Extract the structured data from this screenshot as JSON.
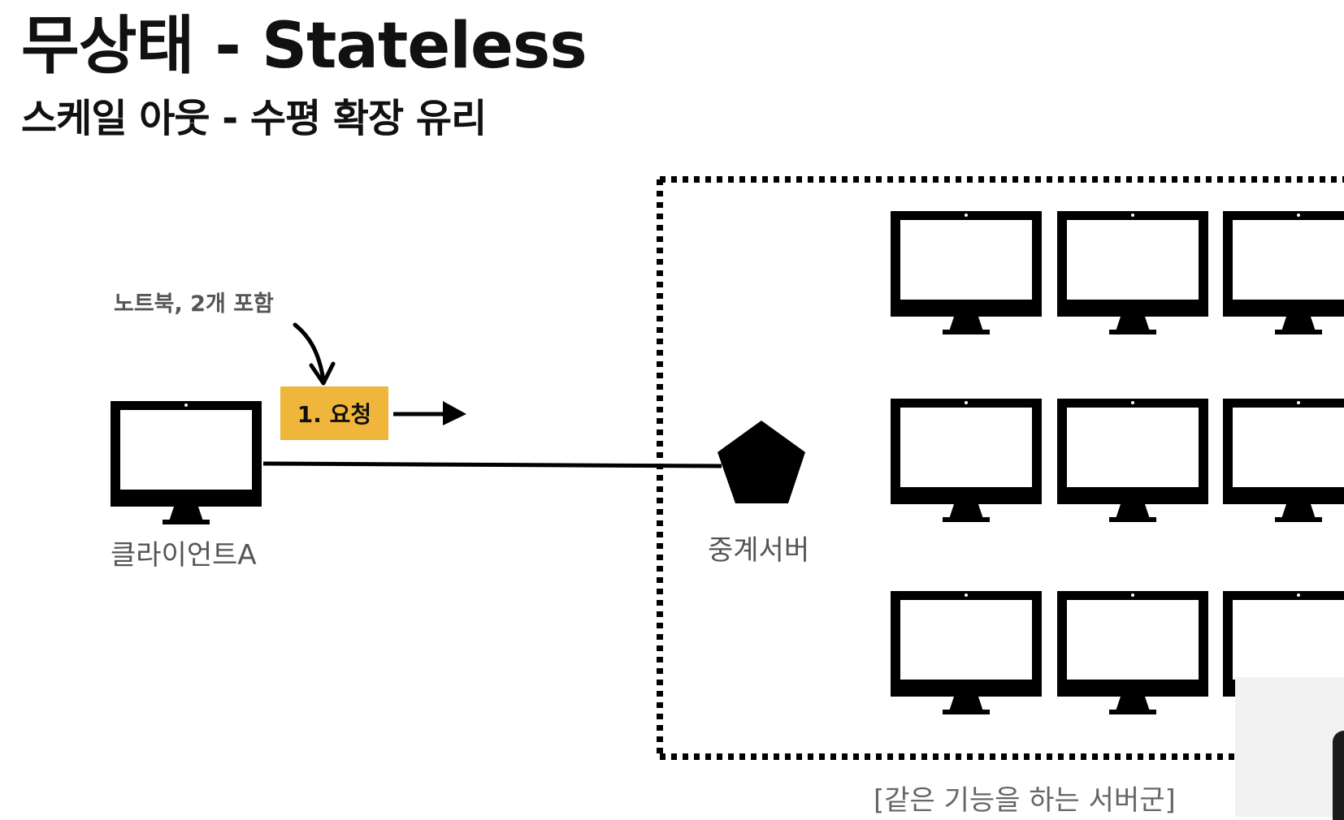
{
  "slide": {
    "title": "무상태 - Stateless",
    "subtitle": "스케일 아웃 - 수평 확장 유리"
  },
  "diagram": {
    "annotation": "노트북, 2개 포함",
    "request_label": "1. 요청",
    "client_label": "클라이언트A",
    "relay_label": "중계서버",
    "server_group_label": "[같은 기능을 하는 서버군]",
    "colors": {
      "request_box": "#efb63b",
      "ink": "#000000",
      "label_gray": "#555555"
    },
    "icons": {
      "client": "monitor-icon",
      "relay": "pentagon-icon",
      "servers": "monitor-icon"
    }
  }
}
